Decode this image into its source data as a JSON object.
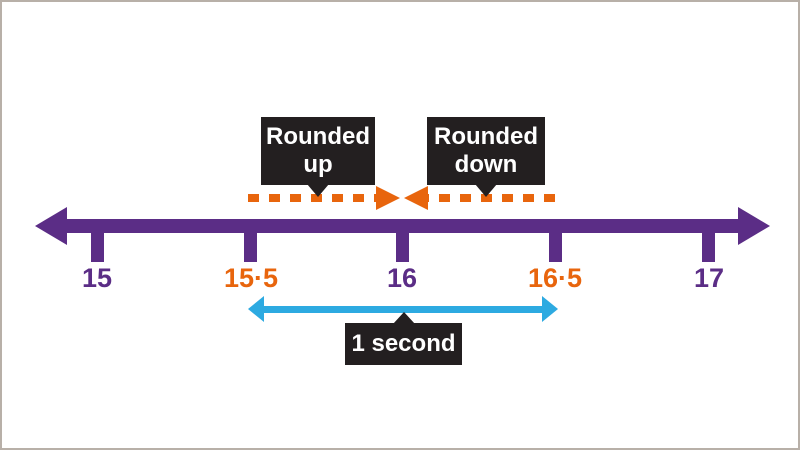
{
  "colors": {
    "purple": "#5b2d86",
    "orange": "#e8650d",
    "blue": "#2daae1",
    "callout_bg": "#231f20",
    "border": "#b8b0a8"
  },
  "number_line": {
    "tick_labels": [
      {
        "text": "15",
        "color_role": "purple"
      },
      {
        "text": "15·5",
        "color_role": "orange"
      },
      {
        "text": "16",
        "color_role": "purple"
      },
      {
        "text": "16·5",
        "color_role": "orange"
      },
      {
        "text": "17",
        "color_role": "purple"
      }
    ]
  },
  "callouts": {
    "rounded_up": "Rounded\nup",
    "rounded_down": "Rounded\ndown",
    "one_second": "1 second"
  }
}
